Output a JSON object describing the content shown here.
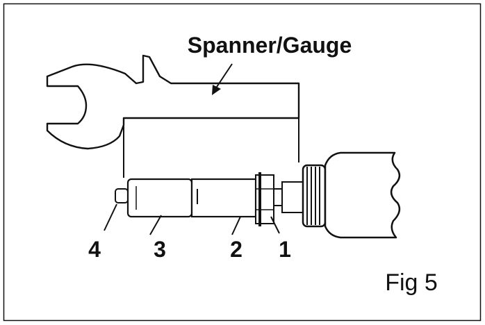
{
  "title": "Spanner/Gauge",
  "part_labels": [
    "4",
    "3",
    "2",
    "1"
  ],
  "figure_label": "Fig 5",
  "colors": {
    "ink": "#111111",
    "paper": "#ffffff"
  }
}
